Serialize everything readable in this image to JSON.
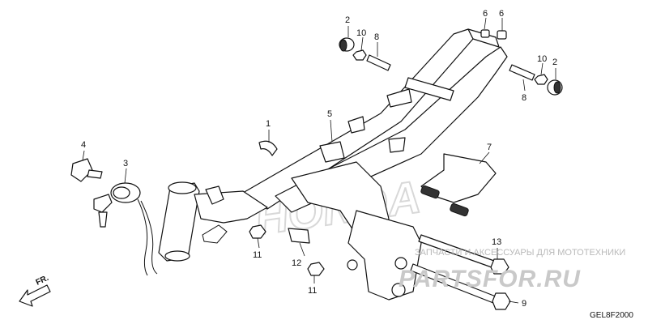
{
  "callouts": [
    {
      "id": "c2a",
      "text": "2"
    },
    {
      "id": "c10a",
      "text": "10"
    },
    {
      "id": "c8a",
      "text": "8"
    },
    {
      "id": "c6a",
      "text": "6"
    },
    {
      "id": "c6b",
      "text": "6"
    },
    {
      "id": "c10b",
      "text": "10"
    },
    {
      "id": "c2b",
      "text": "2"
    },
    {
      "id": "c8b",
      "text": "8"
    },
    {
      "id": "c1",
      "text": "1"
    },
    {
      "id": "c5",
      "text": "5"
    },
    {
      "id": "c4",
      "text": "4"
    },
    {
      "id": "c3",
      "text": "3"
    },
    {
      "id": "c7",
      "text": "7"
    },
    {
      "id": "c13",
      "text": "13"
    },
    {
      "id": "c11a",
      "text": "11"
    },
    {
      "id": "c12",
      "text": "12"
    },
    {
      "id": "c11b",
      "text": "11"
    },
    {
      "id": "c9",
      "text": "9"
    }
  ],
  "direction_label": "FR.",
  "diagram_code": "GEL8F2000",
  "watermark": {
    "caption": "ЗАПЧАСТИ И АКСЕССУАРЫ ДЛЯ МОТОТЕХНИКИ",
    "site": "PARTSFOR.RU",
    "brand": "HONDA"
  }
}
